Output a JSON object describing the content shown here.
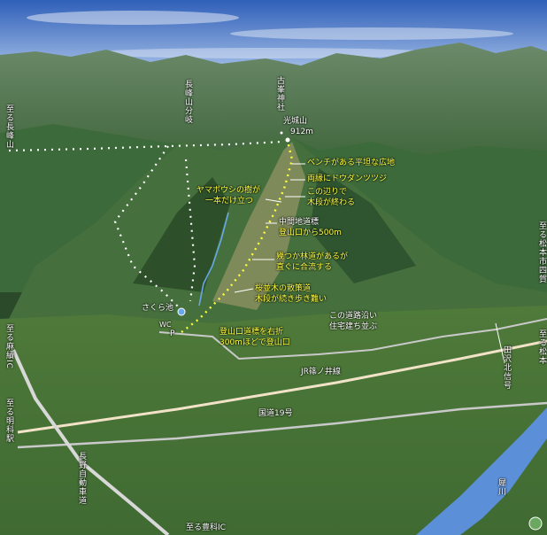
{
  "colors": {
    "sky_top": "#2f5fb8",
    "sky_bottom": "#8fb0e0",
    "mountain_far": "#5e7f5e",
    "mountain_near": "#3c6a38",
    "valley": "#5d7f45",
    "trail_yellow": "#ffff40",
    "ridge_white": "#ffffff",
    "river": "#5b8fd8",
    "rail": "#f2e2c8",
    "road": "#c9c9c9"
  },
  "labels": {
    "nagamineyama": "至る長峰山",
    "nagamine_fork": "長峰山分岐",
    "shrine": "古峯神社",
    "peak_name": "光城山",
    "peak_elev": "912m",
    "bench": "ベンチがある平坦な広地",
    "dodan": "両縁にドウダンツツジ",
    "stairs_end_1": "この辺りで",
    "stairs_end_2": "木段が終わる",
    "yamaboushi_1": "ヤマボウシの樹が",
    "yamaboushi_2": "一本だけ立つ",
    "midsign_1": "中間地道標",
    "midsign_2": "登山口から500m",
    "forest_1": "幾つか林道があるが",
    "forest_2": "直ぐに合流する",
    "sakura_1": "桜並木の散策道",
    "sakura_2": "木段が続き歩き難い",
    "pond": "さくら池",
    "wc": "WC",
    "parking": "P",
    "trailhead_1": "登山口道標を右折",
    "trailhead_2": "300mほどで登山口",
    "houses_1": "この道路沿い",
    "houses_2": "住宅建ち並ぶ",
    "matsumoto_yotsuga": "至る松本市四賀",
    "matsumoto": "至る松本",
    "tazawa_signal": "田沢北信号",
    "asaki": "至る麻績IC",
    "akashina": "至る明科駅",
    "toyoshina": "至る豊科IC",
    "jr_line": "JR篠ノ井線",
    "route19": "国道19号",
    "expressway": "長野自動車道",
    "river": "犀川"
  }
}
